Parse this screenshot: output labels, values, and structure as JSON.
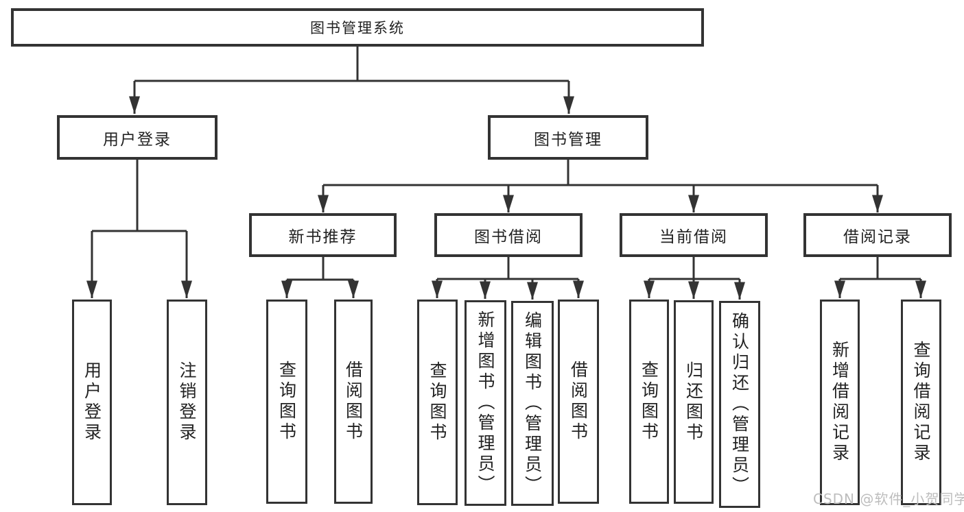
{
  "diagram": {
    "type": "hierarchy-chart",
    "style": {
      "line_color": "#333333",
      "box_border_color": "#333333",
      "box_fill_color": "#ffffff",
      "text_color": "#222222",
      "watermark_color": "#bdbdbd",
      "background": "#ffffff"
    },
    "tree": {
      "label": "图书管理系统",
      "children": [
        {
          "label": "用户登录",
          "children": [
            {
              "label": "用户登录"
            },
            {
              "label": "注销登录"
            }
          ]
        },
        {
          "label": "图书管理",
          "children": [
            {
              "label": "新书推荐",
              "children": [
                {
                  "label": "查询图书"
                },
                {
                  "label": "借阅图书"
                }
              ]
            },
            {
              "label": "图书借阅",
              "children": [
                {
                  "label": "查询图书"
                },
                {
                  "label": "新增图书（管理员）"
                },
                {
                  "label": "编辑图书（管理员）"
                },
                {
                  "label": "借阅图书"
                }
              ]
            },
            {
              "label": "当前借阅",
              "children": [
                {
                  "label": "查询图书"
                },
                {
                  "label": "归还图书"
                },
                {
                  "label": "确认归还（管理员）"
                }
              ]
            },
            {
              "label": "借阅记录",
              "children": [
                {
                  "label": "新增借阅记录"
                },
                {
                  "label": "查询借阅记录"
                }
              ]
            }
          ]
        }
      ]
    },
    "watermark": {
      "text": "CSDN @软件_小贺同学"
    }
  }
}
